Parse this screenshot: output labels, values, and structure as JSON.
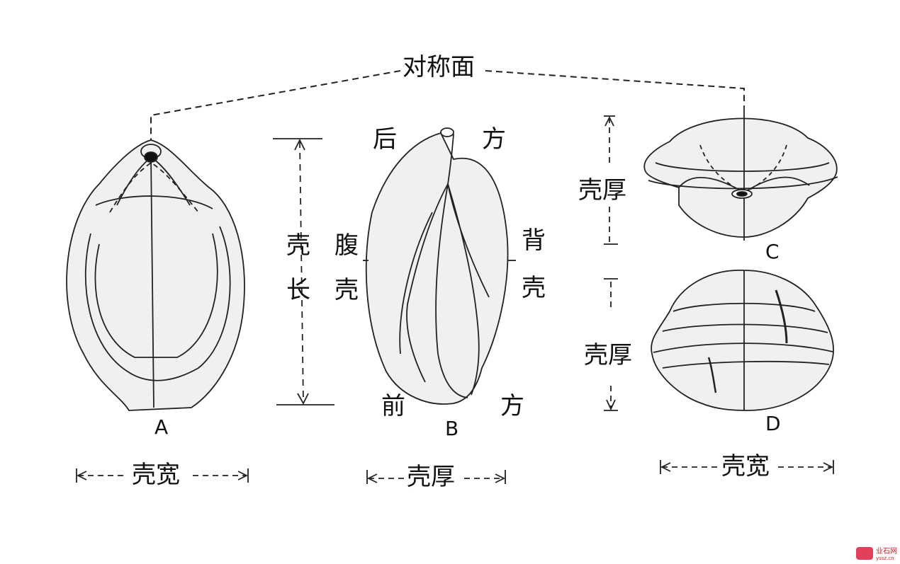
{
  "labels": {
    "symmetry_plane": "对称面",
    "shell_width_a": "壳宽",
    "shell_thickness_b": "壳厚",
    "shell_width_d": "壳宽",
    "shell_thickness_c": "壳厚",
    "shell_thickness_d": "壳厚",
    "shell_length_1": "壳",
    "shell_length_2": "长",
    "ventral_1": "腹",
    "ventral_2": "壳",
    "dorsal_1": "背",
    "dorsal_2": "壳",
    "posterior_1": "后",
    "posterior_2": "方",
    "anterior_1": "前",
    "anterior_2": "方"
  },
  "figure_letters": {
    "a": "A",
    "b": "B",
    "c": "C",
    "d": "D"
  },
  "watermark": {
    "text": "业石网",
    "sub": "yssz.cn",
    "color": "#c2222a"
  }
}
